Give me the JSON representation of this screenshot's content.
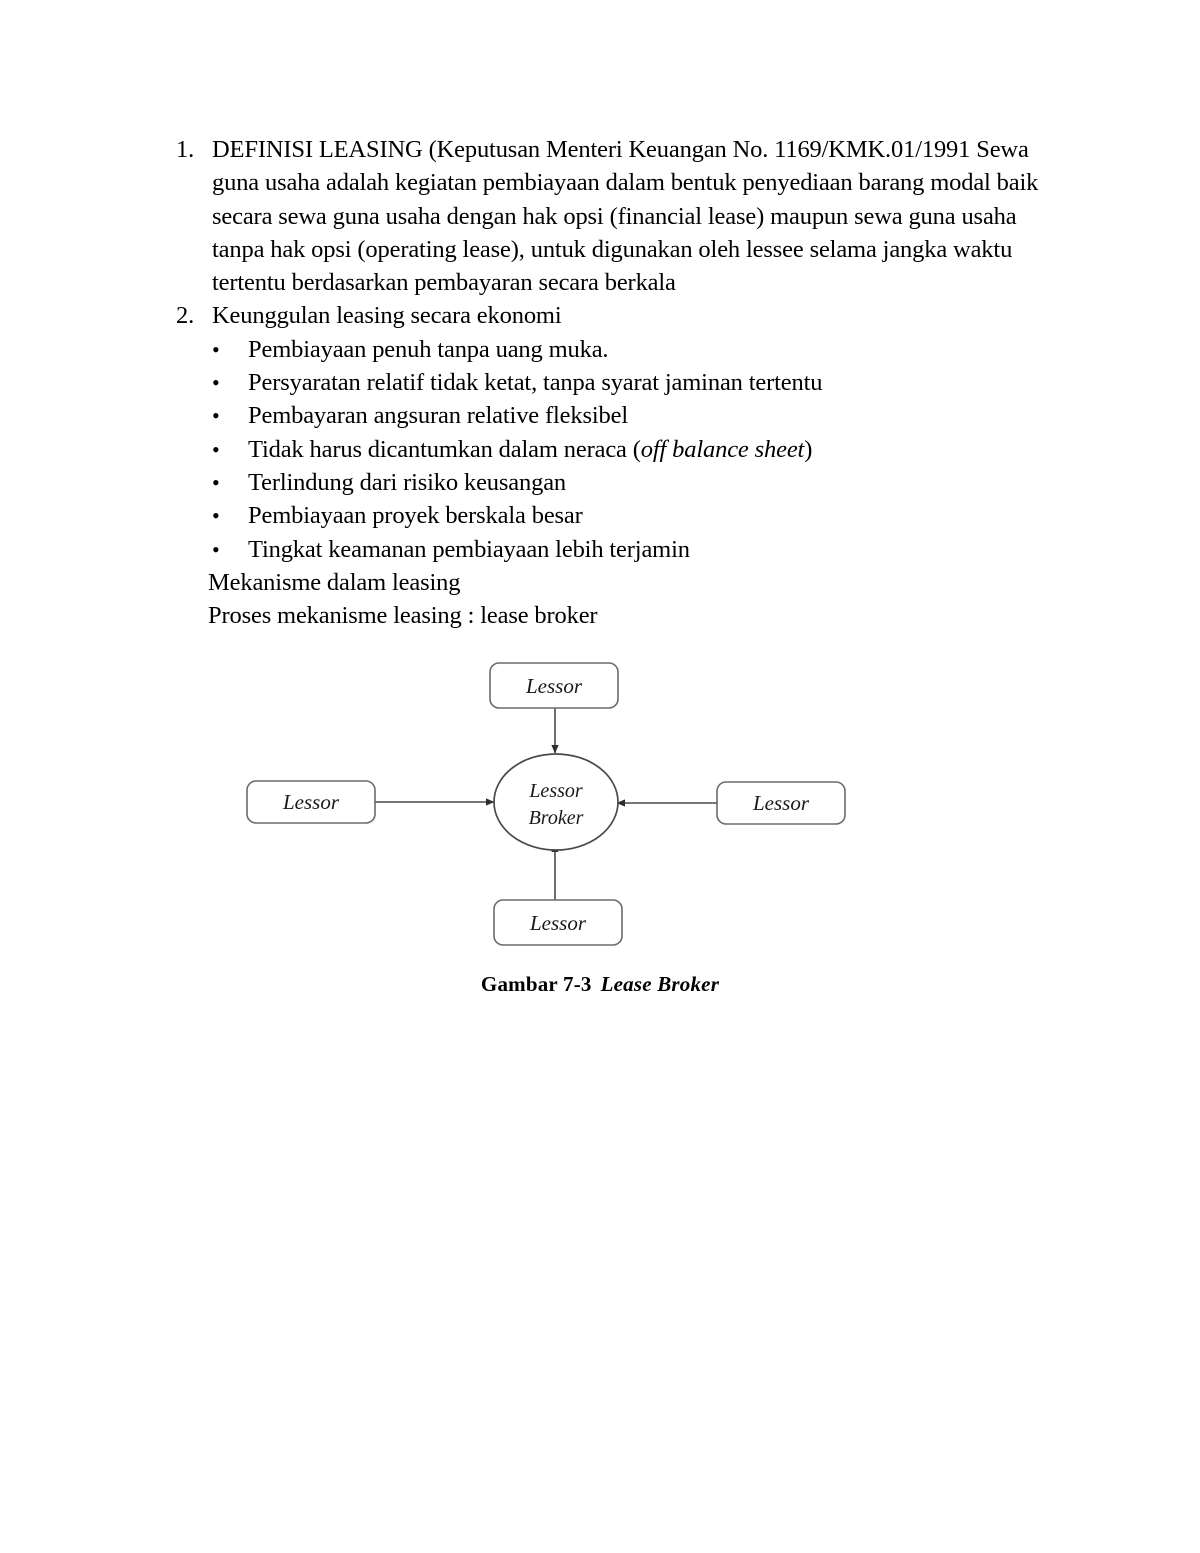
{
  "document": {
    "sections": [
      {
        "marker": "1.",
        "text": "DEFINISI LEASING (Keputusan Menteri Keuangan No. 1169/KMK.01/1991 Sewa guna usaha adalah kegiatan pembiayaan dalam bentuk penyediaan barang modal baik secara sewa guna usaha dengan hak opsi (financial lease) maupun sewa guna usaha tanpa hak opsi (operating lease), untuk digunakan oleh lessee selama jangka waktu tertentu berdasarkan pembayaran secara berkala"
      },
      {
        "marker": "2.",
        "text": "Keunggulan leasing secara ekonomi"
      }
    ],
    "bullets": [
      {
        "bullet": "•",
        "text": "Pembiayaan penuh tanpa uang muka."
      },
      {
        "bullet": "•",
        "text": "Persyaratan relatif tidak ketat, tanpa syarat jaminan tertentu"
      },
      {
        "bullet": "•",
        "text": "Pembayaran angsuran relative fleksibel"
      },
      {
        "bullet": "•",
        "text_before": "Tidak harus dicantumkan dalam neraca (",
        "text_italic": "off balance sheet",
        "text_after": ")"
      },
      {
        "bullet": "•",
        "text": "Terlindung dari risiko keusangan"
      },
      {
        "bullet": "•",
        "text": "Pembiayaan proyek berskala besar"
      },
      {
        "bullet": "•",
        "text": "Tingkat keamanan pembiayaan lebih terjamin"
      }
    ],
    "closing_lines": [
      "Mekanisme dalam leasing",
      "Proses mekanisme leasing : lease broker"
    ]
  },
  "figure": {
    "hub": {
      "line1": "Lessor",
      "line2": "Broker"
    },
    "nodes": {
      "top": "Lessor",
      "left": "Lessor",
      "right": "Lessor",
      "bottom": "Lessor"
    },
    "caption_number": "Gambar 7-3",
    "caption_title": "Lease Broker",
    "colors": {
      "stroke": "#6b6b6b",
      "arrow": "#3a3a3a",
      "text": "#1a1a1a",
      "background": "#ffffff"
    }
  }
}
